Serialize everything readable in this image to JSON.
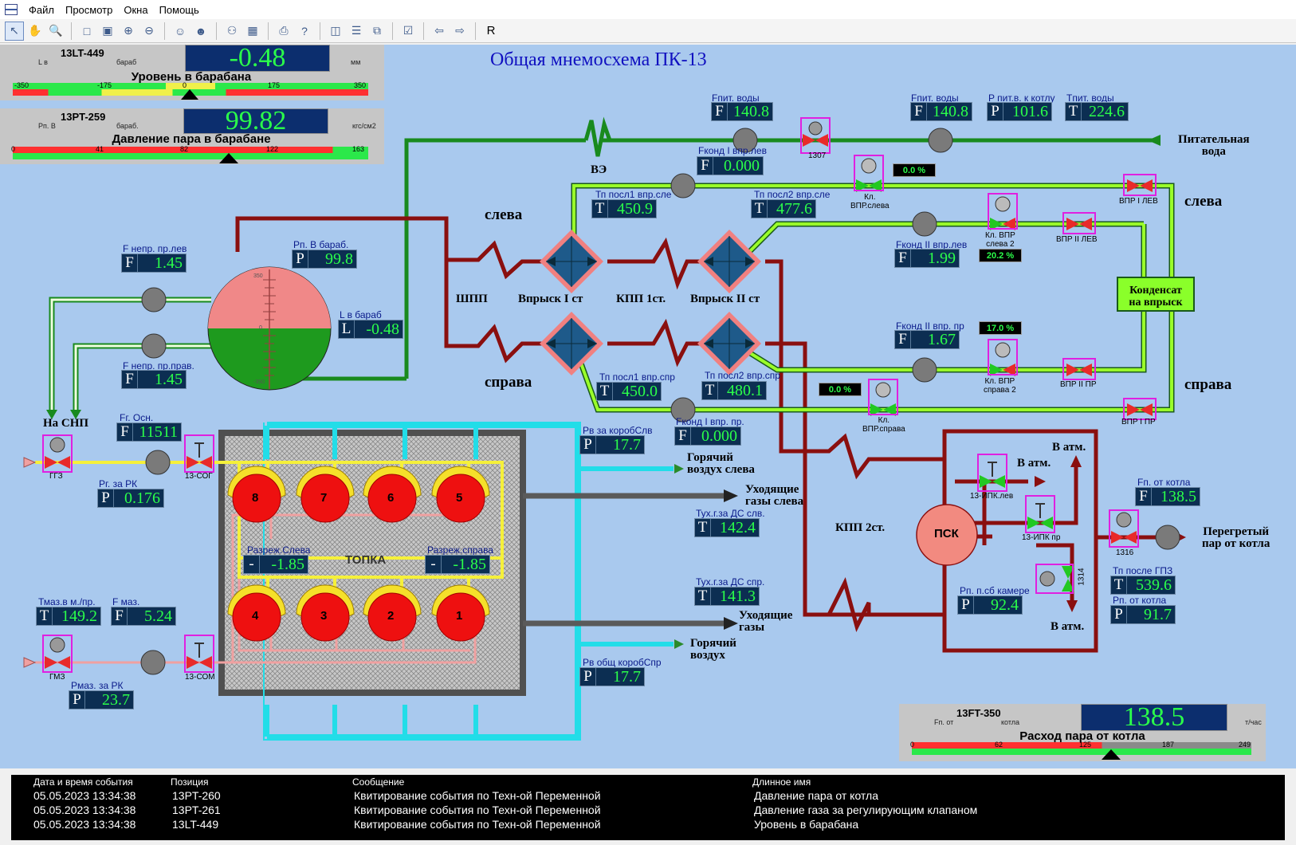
{
  "menu": {
    "items": [
      "Файл",
      "Просмотр",
      "Окна",
      "Помощь"
    ]
  },
  "toolbar": {
    "r_label": "R"
  },
  "title": "Общая мнемосхема ПК-13",
  "panels": {
    "level": {
      "tag": "13LT-449",
      "sub1": "L в",
      "sub2": "бараб",
      "value": "-0.48",
      "unit": "мм",
      "title": "Уровень в барабана",
      "scale": [
        "-350",
        "-175",
        "0",
        "175",
        "350"
      ],
      "pointer_fraction": 0.49
    },
    "pressure": {
      "tag": "13PT-259",
      "sub1": "Рп. В",
      "sub2": "бараб.",
      "value": "99.82",
      "unit": "кгс/см2",
      "title": "Давление пара в барабане",
      "scale": [
        "0",
        "41",
        "82",
        "122",
        "163"
      ],
      "pointer_fraction": 0.61
    },
    "steam_flow": {
      "tag": "13FT-350",
      "sub1": "Fп. от",
      "sub2": "котла",
      "value": "138.5",
      "unit": "т/час",
      "title": "Расход пара от котла",
      "scale": [
        "0",
        "62",
        "125",
        "187",
        "249"
      ],
      "pointer_fraction": 0.56
    }
  },
  "values": {
    "fpit1": {
      "tag": "Fпит. воды",
      "letter": "F",
      "value": "140.8"
    },
    "fpit2": {
      "tag": "Fпит. воды",
      "letter": "F",
      "value": "140.8"
    },
    "ppit": {
      "tag": "P пит.в. к котлу",
      "letter": "P",
      "value": "101.6"
    },
    "tpit": {
      "tag": "Tпит. воды",
      "letter": "T",
      "value": "224.6"
    },
    "fkond1l": {
      "tag": "Fконд I впр.лев",
      "letter": "F",
      "value": "0.000"
    },
    "tp1l": {
      "tag": "Тп посл1 впр.сле",
      "letter": "T",
      "value": "450.9"
    },
    "tp2l": {
      "tag": "Тп посл2 впр.сле",
      "letter": "T",
      "value": "477.6"
    },
    "fkond2l": {
      "tag": "Fконд II впр.лев",
      "letter": "F",
      "value": "1.99"
    },
    "fkond2r": {
      "tag": "Fконд II впр. пр",
      "letter": "F",
      "value": "1.67"
    },
    "tp1r": {
      "tag": "Тп посл1 впр.спр",
      "letter": "T",
      "value": "450.0"
    },
    "tp2r": {
      "tag": "Тп посл2 впр.спр",
      "letter": "T",
      "value": "480.1"
    },
    "fkond1r": {
      "tag": "Fконд I впр. пр.",
      "letter": "F",
      "value": "0.000"
    },
    "fnepl": {
      "tag": "F непр. пр.лев",
      "letter": "F",
      "value": "1.45"
    },
    "fnepr": {
      "tag": "F непр. пр.прав.",
      "letter": "F",
      "value": "1.45"
    },
    "pnbarab": {
      "tag": "Рп. В бараб.",
      "letter": "P",
      "value": "99.8"
    },
    "lbarab": {
      "tag": "L в бараб",
      "letter": "L",
      "value": "-0.48"
    },
    "fros": {
      "tag": "Fг. Осн.",
      "letter": "F",
      "value": "11511"
    },
    "prk": {
      "tag": "Рг. за РК",
      "letter": "P",
      "value": "0.176"
    },
    "pvl": {
      "tag": "Рв за коробСлв",
      "letter": "P",
      "value": "17.7"
    },
    "tuxl": {
      "tag": "Тух.г.за ДС слв.",
      "letter": "T",
      "value": "142.4"
    },
    "tuxr": {
      "tag": "Тух.г.за ДС спр.",
      "letter": "T",
      "value": "141.3"
    },
    "pvr": {
      "tag": "Рв общ коробСпр",
      "letter": "P",
      "value": "17.7"
    },
    "razl": {
      "tag": "Разреж.Слева",
      "letter": "-",
      "value": "-1.85"
    },
    "razr": {
      "tag": "Разреж.справа",
      "letter": "-",
      "value": "-1.85"
    },
    "tmaz": {
      "tag": "Тмаз.в м./пр.",
      "letter": "T",
      "value": "149.2"
    },
    "fmaz": {
      "tag": "F маз.",
      "letter": "F",
      "value": "5.24"
    },
    "pmaz": {
      "tag": "Рмаз. за РК",
      "letter": "P",
      "value": "23.7"
    },
    "pnsb": {
      "tag": "Рп. п.сб камере",
      "letter": "P",
      "value": "92.4"
    },
    "fnot": {
      "tag": "Fп. от котла",
      "letter": "F",
      "value": "138.5"
    },
    "tpgpz": {
      "tag": "Тп после ГПЗ",
      "letter": "T",
      "value": "539.6"
    },
    "pnot": {
      "tag": "Рп. от котла",
      "letter": "P",
      "value": "91.7"
    }
  },
  "pct": {
    "vpr_l1": "0.0  %",
    "vpr_l2": "20.2  %",
    "vpr_r2": "17.0  %",
    "vpr_r1": "0.0  %"
  },
  "labels": {
    "ve": "ВЭ",
    "pit_voda": "Питательная\nвода",
    "sleva_top": "слева",
    "sprava_top": "справа",
    "sleva_right": "слева",
    "sprava_right": "справа",
    "shpp": "ШПП",
    "vprysk1": "Впрыск I ст",
    "kpp1": "КПП 1ст.",
    "vprysk2": "Впрыск II ст",
    "kondensat": "Конденсат\nна впрыск",
    "na_snp": "На СНП",
    "topka": "ТОПКА",
    "gor_vozd_l": "Горячий\nвоздух слева",
    "ux_gazy_l": "Уходящие\nгазы слева",
    "ux_gazy": "Уходящие\nгазы",
    "gor_vozd": "Горячий\nвоздух",
    "kpp2": "КПП 2ст.",
    "psk": "ПСК",
    "v_atm1": "В атм.",
    "v_atm2": "В атм.",
    "v_atm3": "В атм.",
    "pereg_par": "Перегретый\nпар от котла"
  },
  "valve_tags": {
    "v1307": "1307",
    "kl_vpr_l": "Кл.\nВПР.слева",
    "kl_vpr_l2": "Кл. ВПР\nслева 2",
    "vpr2lev": "ВПР II ЛЕВ",
    "vpr1lev": "ВПР I ЛЕВ",
    "kl_vpr_r2": "Кл. ВПР\nсправа 2",
    "vpr2pr": "ВПР II ПР",
    "vpr1pr": "ВПР I ПР",
    "kl_vpr_r": "Кл.\nВПР.справа",
    "gg3": "ГГЗ",
    "sog": "13-СОГ",
    "gm3": "ГМЗ",
    "som": "13-СОМ",
    "ipk_lev": "13-ИПК.лев",
    "ipk_pr": "13-ИПК пр",
    "v1314": "1314",
    "v1316": "1316"
  },
  "burners": [
    "8",
    "7",
    "6",
    "5",
    "4",
    "3",
    "2",
    "1"
  ],
  "events": {
    "headers": [
      "Дата и время события",
      "Позиция",
      "Сообщение",
      "Длинное имя"
    ],
    "rows": [
      [
        "05.05.2023 13:34:38",
        "13PT-260",
        "Квитирование события по Техн-ой Переменной",
        "Давление пара от котла"
      ],
      [
        "05.05.2023 13:34:38",
        "13PT-261",
        "Квитирование события по Техн-ой Переменной",
        "Давление газа за регулирующим клапаном"
      ],
      [
        "05.05.2023 13:34:38",
        "13LT-449",
        "Квитирование события по Техн-ой Переменной",
        "Уровень в барабана"
      ]
    ]
  },
  "drum": {
    "scale_top": "350",
    "scale_mid": "0",
    "scale_bot": "-350",
    "level_value": -0.48
  }
}
